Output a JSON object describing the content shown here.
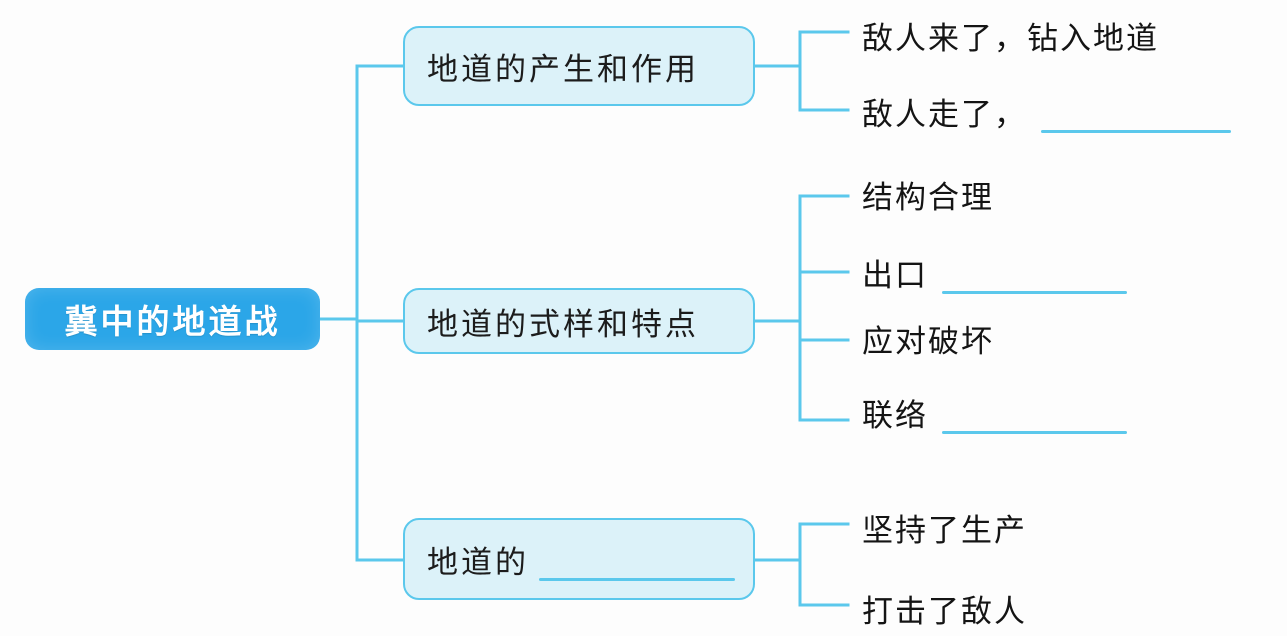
{
  "diagram": {
    "title_text": "冀中的地道战",
    "colors": {
      "root_fill": "#2BA6E8",
      "root_text": "#ffffff",
      "branch_fill": "#DCF2F9",
      "branch_border": "#5BC8EC",
      "connector": "#5BC8EC",
      "blank_line": "#5BC8EC",
      "text": "#141414",
      "background": "#fdfdfd"
    },
    "root": {
      "label": "冀中的地道战"
    },
    "branches": [
      {
        "id": "branch-1",
        "label": "地道的产生和作用",
        "has_blank": false,
        "blank_label": "",
        "leaves": [
          {
            "label": "敌人来了，钻入地道",
            "has_blank": false,
            "blank_width": 0
          },
          {
            "label": "敌人走了，",
            "has_blank": true,
            "blank_width": 190
          }
        ]
      },
      {
        "id": "branch-2",
        "label": "地道的式样和特点",
        "has_blank": false,
        "blank_label": "",
        "leaves": [
          {
            "label": "结构合理",
            "has_blank": false,
            "blank_width": 0
          },
          {
            "label": "出口",
            "has_blank": true,
            "blank_width": 185
          },
          {
            "label": "应对破坏",
            "has_blank": false,
            "blank_width": 0
          },
          {
            "label": "联络",
            "has_blank": true,
            "blank_width": 185
          }
        ]
      },
      {
        "id": "branch-3",
        "label": "地道的",
        "has_blank": true,
        "blank_label": "",
        "leaves": [
          {
            "label": "坚持了生产",
            "has_blank": false,
            "blank_width": 0
          },
          {
            "label": "打击了敌人",
            "has_blank": false,
            "blank_width": 0
          }
        ]
      }
    ]
  }
}
